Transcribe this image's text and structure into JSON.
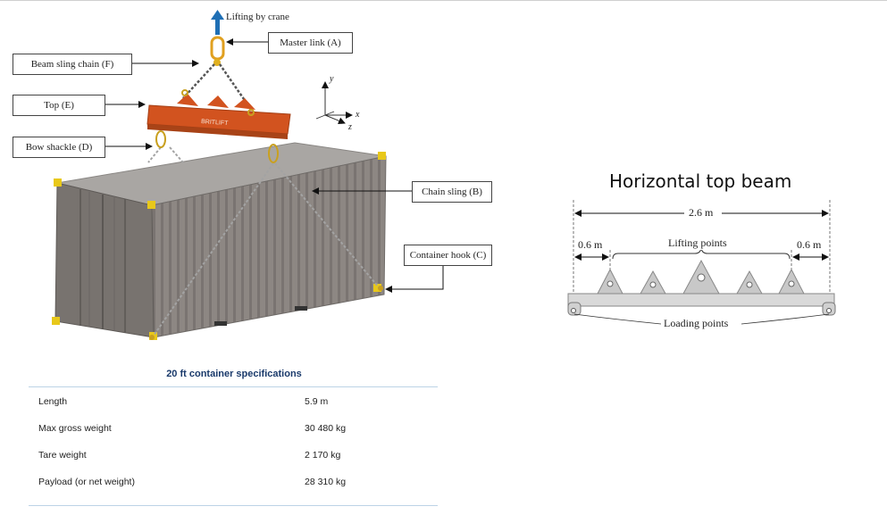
{
  "lifting_label": "Lifting by crane",
  "callouts": {
    "master_link": "Master link (A)",
    "beam_sling_chain": "Beam sling chain (F)",
    "top": "Top (E)",
    "bow_shackle": "Bow shackle (D)",
    "chain_sling": "Chain sling (B)",
    "container_hook": "Container hook (C)"
  },
  "axes": {
    "y": "y",
    "x": "x",
    "z": "z"
  },
  "beam_brand": "BRITLIFT",
  "beam_figure": {
    "title": "Horizontal top beam",
    "total_length": "2.6 m",
    "left_offset": "0.6 m",
    "right_offset": "0.6 m",
    "lifting_points": "Lifting points",
    "loading_points": "Loading points"
  },
  "specs": {
    "title": "20 ft container specifications",
    "rows": [
      {
        "label": "Length",
        "value": "5.9 m"
      },
      {
        "label": "Max gross weight",
        "value": "30 480 kg"
      },
      {
        "label": "Tare weight",
        "value": "2 170 kg"
      },
      {
        "label": "Payload (or net weight)",
        "value": "28 310 kg"
      }
    ]
  },
  "colors": {
    "container": "#8a8480",
    "beam": "#d2531f",
    "arrow": "#1f6fb5",
    "chain": "#9a9a9a",
    "corner": "#e8c81a",
    "spec_title": "#1a3a6b"
  }
}
